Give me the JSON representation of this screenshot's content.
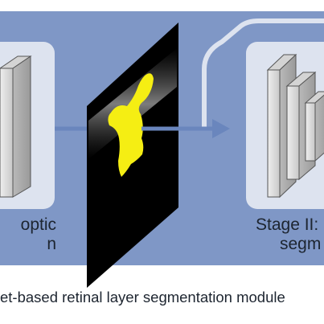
{
  "diagram": {
    "stage1_label_lines": [
      "optic",
      "n"
    ],
    "stage2_label_lines": [
      "Stage II: I",
      "segm"
    ],
    "caption": "et-based retinal layer segmentation module",
    "colors": {
      "outer_panel": "#7f97c6",
      "stage_panel": "#dde3ef",
      "connector": "#6a86bd",
      "page_bg": "#ffffff",
      "slice_bg": "#000000",
      "mask": "#f5ee13"
    }
  }
}
